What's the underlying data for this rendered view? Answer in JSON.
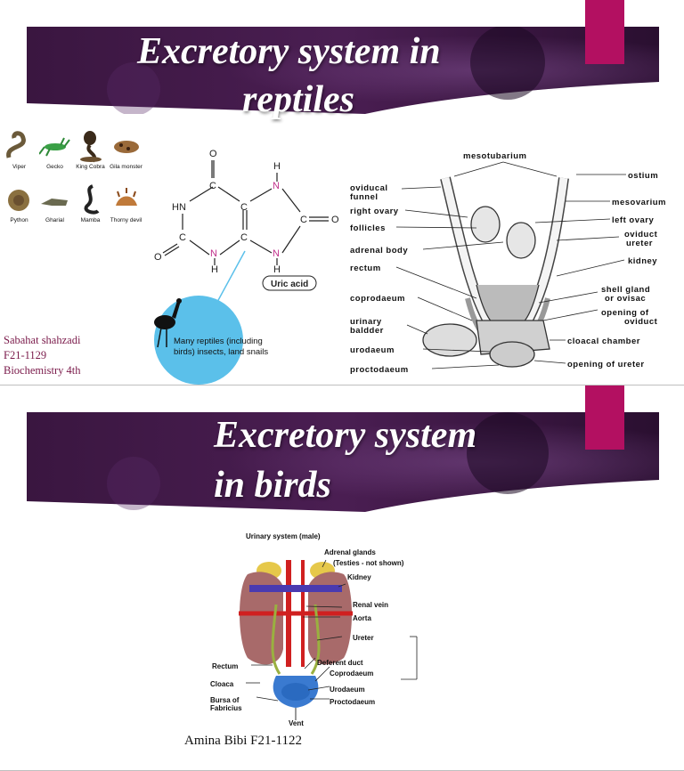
{
  "slide1": {
    "title_line1": "Excretory system in",
    "title_line2": "reptiles",
    "reptiles": [
      "Viper",
      "Gecko",
      "King Cobra",
      "Gila monster",
      "Python",
      "Gharial",
      "Mamba",
      "Thorny devil"
    ],
    "author_name": "Sabahat shahzadi",
    "author_id": "F21-1129",
    "author_course": "Biochemistry 4th",
    "uric_acid": {
      "label": "Uric acid",
      "atoms": {
        "o_top": "O",
        "h_top": "H",
        "hn": "HN",
        "n_left_h": "N",
        "c1": "C",
        "c2": "C",
        "c3": "C",
        "c4": "C",
        "c5": "C",
        "n_right": "N",
        "n_bottom": "N",
        "o_right": "O",
        "o_left": "O",
        "h_bot1": "H",
        "h_bot2": "H"
      },
      "circle_text_line1": "Many reptiles (including",
      "circle_text_line2": "birds) insects, land snails"
    },
    "diagram_labels": {
      "mesotubarium": "mesotubarium",
      "ostium": "ostium",
      "oviducal_funnel_1": "oviducal",
      "oviducal_funnel_2": "funnel",
      "mesovarium": "mesovarium",
      "right_ovary": "right ovary",
      "left_ovary": "left ovary",
      "follicles": "follicles",
      "oviduct": "oviduct",
      "ureter": "ureter",
      "adrenal_body": "adrenal body",
      "kidney": "kidney",
      "rectum": "rectum",
      "shell_gland_1": "shell gland",
      "shell_gland_2": "or ovisac",
      "coprodaeum": "coprodaeum",
      "opening_of_1": "opening of",
      "opening_of_2": "oviduct",
      "urinary_1": "urinary",
      "urinary_2": "baldder",
      "cloacal_chamber": "cloacal chamber",
      "urodaeum": "urodaeum",
      "proctodaeum": "proctodaeum",
      "opening_of_ureter": "opening of ureter"
    }
  },
  "slide2": {
    "title_line1": "Excretory system",
    "title_line2": "in birds",
    "author": "Amina Bibi F21-1122",
    "diagram": {
      "title": "Urinary system (male)",
      "adrenal": "Adrenal glands",
      "testes": "(Testies - not shown)",
      "kidney": "Kidney",
      "renal_vein": "Renal vein",
      "aorta": "Aorta",
      "ureter": "Ureter",
      "deferent_duct": "Deferent duct",
      "coprodaeum": "Coprodaeum",
      "urodaeum": "Urodaeum",
      "proctodaeum": "Proctodaeum",
      "rectum": "Rectum",
      "cloaca": "Cloaca",
      "bursa_1": "Bursa of",
      "bursa_2": "Fabricius",
      "vent": "Vent"
    }
  },
  "colors": {
    "banner_dark": "#2a1030",
    "banner_mid": "#5a2a6a",
    "accent_tab": "#b31061",
    "circle": "#5bc0ea",
    "author_color": "#7a1a4a"
  }
}
